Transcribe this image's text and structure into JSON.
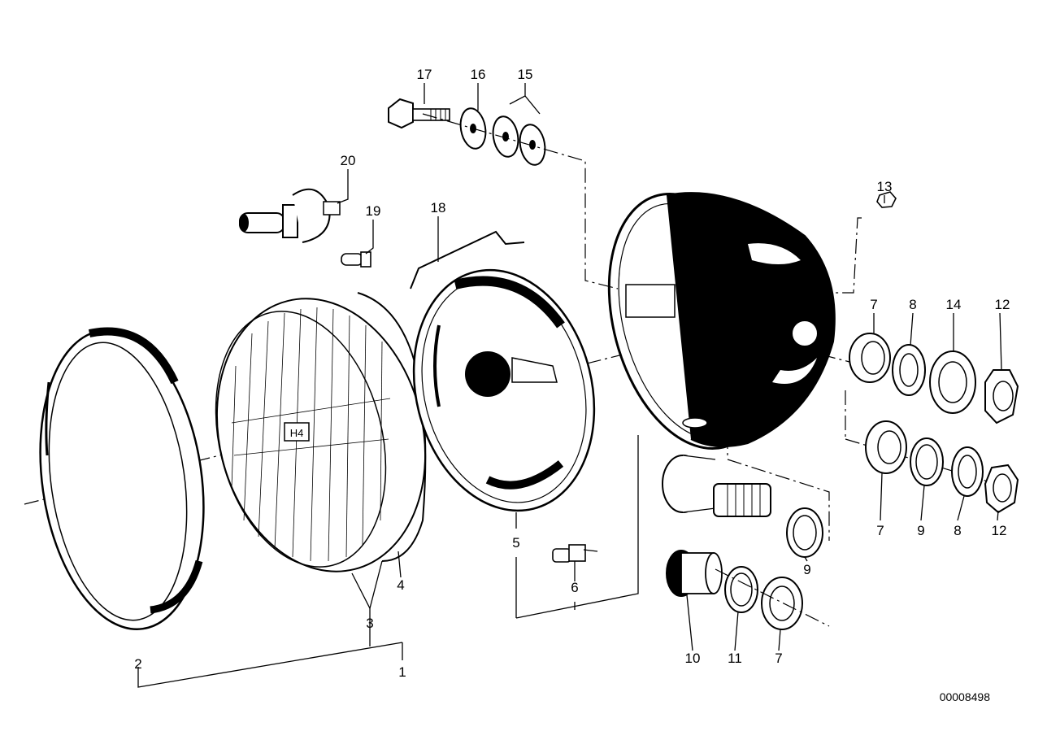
{
  "diagram": {
    "labels": {
      "l1": "1",
      "l2": "2",
      "l3": "3",
      "l4": "4",
      "l5": "5",
      "l6": "6",
      "l7a": "7",
      "l7b": "7",
      "l7c": "7",
      "l8a": "8",
      "l8b": "8",
      "l9a": "9",
      "l9b": "9",
      "l10": "10",
      "l11": "11",
      "l12a": "12",
      "l12b": "12",
      "l13": "13",
      "l14": "14",
      "l15": "15",
      "l16": "16",
      "l17": "17",
      "l18": "18",
      "l19": "19",
      "l20": "20"
    },
    "reference_number": "00008498"
  }
}
